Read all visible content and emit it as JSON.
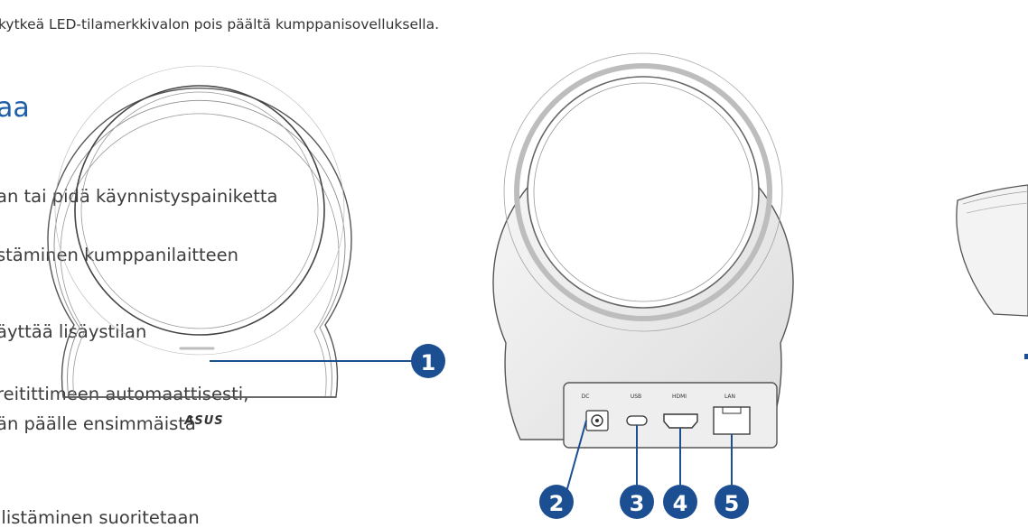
{
  "document": {
    "intro_line": "kytkeä LED-tilamerkkivalon pois päältä kumppanisovelluksella.",
    "section_heading": "aa",
    "paragraph_lines": [
      "an tai pidä käynnistyspainiketta",
      "stäminen kumppanilaitteen",
      "äyttää lisäystilan",
      "reitittimeen automaattisesti,",
      "än päälle ensimmäistä",
      "llistäminen suoritetaan"
    ]
  },
  "illustration": {
    "brand_logo_text": "ASUS",
    "callouts": [
      "1",
      "2",
      "3",
      "4",
      "5"
    ],
    "port_labels": [
      "DC",
      "USB",
      "HDMI",
      "LAN"
    ],
    "colors": {
      "callout_blue": "#1c4f92",
      "device_outline": "#6e6e6e",
      "device_fill": "#f4f4f4"
    }
  }
}
